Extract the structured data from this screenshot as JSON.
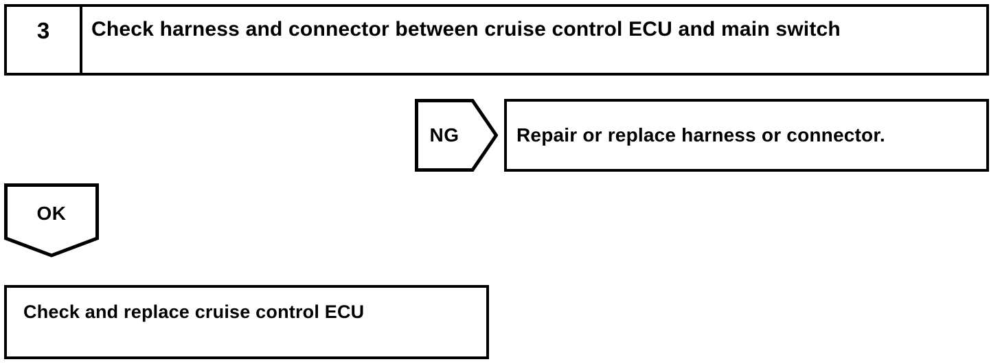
{
  "page": {
    "background_color": "#ffffff",
    "line_color": "#000000"
  },
  "flowchart": {
    "step_header": {
      "number": "3",
      "title": "Check harness and connector between cruise control ECU and main switch"
    },
    "ng_branch": {
      "connector_label": "NG",
      "action": "Repair or replace harness or connector."
    },
    "ok_branch": {
      "connector_label": "OK",
      "action": "Check and replace cruise control ECU"
    }
  }
}
